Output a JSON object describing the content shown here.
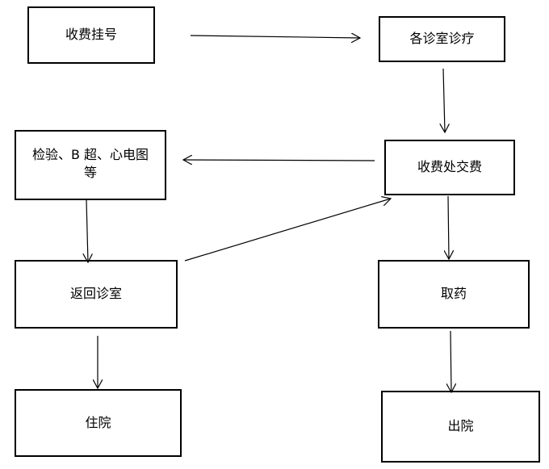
{
  "nodes": {
    "register": "收费挂号",
    "clinic": "各诊室诊疗",
    "pay": "收费处交费",
    "exam_line1": "检验、B 超、心电图",
    "exam_line2": "等",
    "return": "返回诊室",
    "pharmacy": "取药",
    "hospitalize": "住院",
    "discharge": "出院"
  }
}
